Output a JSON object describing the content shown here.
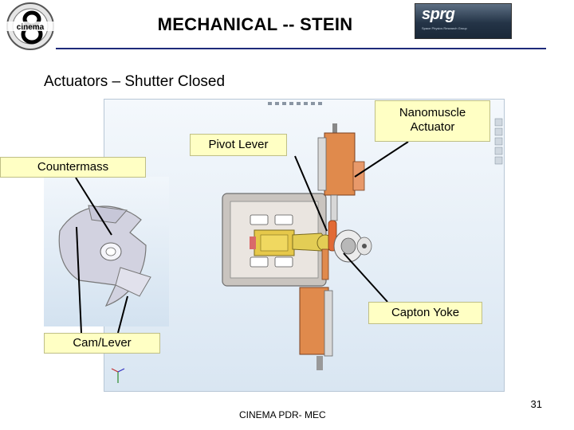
{
  "header": {
    "title": "MECHANICAL -- STEIN",
    "left_logo_text": "cinema",
    "right_logo_text": "sprg",
    "right_logo_subtext": "Space Physics Research Group"
  },
  "subtitle": "Actuators – Shutter Closed",
  "callouts": {
    "pivot_lever": "Pivot Lever",
    "nanomuscle_actuator_line1": "Nanomuscle",
    "nanomuscle_actuator_line2": "Actuator",
    "countermass": "Countermass",
    "capton_yoke": "Capton Yoke",
    "cam_lever": "Cam/Lever"
  },
  "footer": {
    "text": "CINEMA PDR- MEC",
    "page_number": "31"
  },
  "colors": {
    "title_rule": "#1e2a7a",
    "callout_fill": "#ffffc4",
    "actuator_orange": "#e08a4c"
  }
}
